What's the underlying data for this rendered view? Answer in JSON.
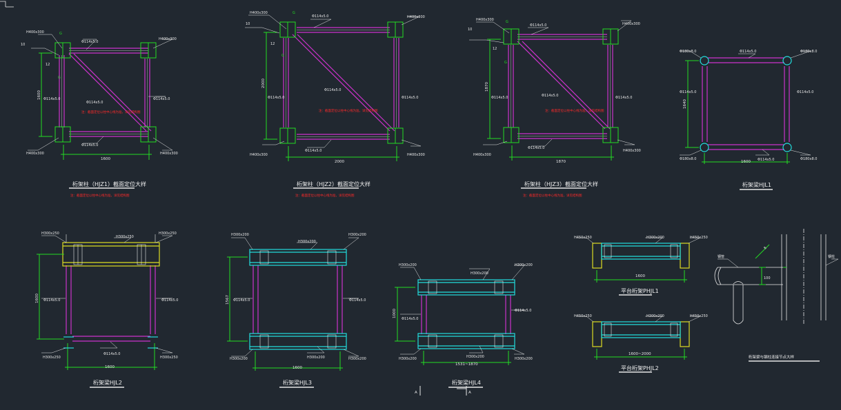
{
  "colors": {
    "background": "#212830",
    "magenta": "#cc33cc",
    "green": "#22dd22",
    "white": "#e8e8e8",
    "red": "#ff2a2a",
    "cyan": "#22dddd",
    "yellow": "#dddd22"
  },
  "icons": {
    "ucs": "ucs-corner-icon"
  },
  "truss1": {
    "dim_h": "1600",
    "dim_v": "1600",
    "pipe_top": "Φ114x5.0",
    "pipe_bottom": "Φ114x5.0",
    "pipe_left": "Φ114x5.0",
    "pipe_right": "Φ114x5.0",
    "pipe_diag": "Φ114x5.0",
    "col_tl": "H400x300",
    "col_tr": "H400x300",
    "col_bl": "H400x300",
    "col_br": "H400x300",
    "angle": "10",
    "thk": "12",
    "mark_a": "G",
    "mark_b": "G",
    "title": "桁架柱（HJZ1）截面定位大样",
    "note": "注：截面定位以柱中心线为准，详见结构图"
  },
  "truss2": {
    "dim_h": "2000",
    "dim_v": "2000",
    "pipe_top": "Φ114x5.0",
    "pipe_bottom": "Φ114x5.0",
    "pipe_left": "Φ114x5.0",
    "pipe_right": "Φ114x5.0",
    "pipe_diag": "Φ114x5.0",
    "col_tl": "H400x300",
    "col_tr": "H400x300",
    "col_bl": "H400x300",
    "col_br": "H400x300",
    "angle": "10",
    "thk": "12",
    "mark_a": "G",
    "mark_b": "G",
    "title": "桁架柱（HJZ2）截面定位大样",
    "note": "注：截面定位以柱中心线为准，详见结构图"
  },
  "truss3": {
    "dim_h": "1870",
    "dim_v": "1870",
    "pipe_top": "Φ114x5.0",
    "pipe_bottom": "Φ114x5.0",
    "pipe_left": "Φ114x5.0",
    "pipe_right": "Φ114x5.0",
    "pipe_diag": "Φ114x5.0",
    "col_tl": "H400x300",
    "col_tr": "H400x300",
    "col_bl": "H400x300",
    "col_br": "H400x300",
    "angle": "10",
    "thk": "12",
    "mark_a": "G",
    "mark_b": "G",
    "title": "桁架柱（HJZ3）截面定位大样",
    "note": "注：截面定位以柱中心线为准，详见结构图"
  },
  "hjl1": {
    "dim_h": "1600",
    "dim_v": "1640",
    "pipe_top": "Φ114x5.0",
    "pipe_bottom": "Φ114x5.0",
    "pipe_left": "Φ114x5.0",
    "pipe_right": "Φ114x5.0",
    "node_tl": "Φ180x8.0",
    "node_tr": "Φ180x8.0",
    "node_bl": "Φ180x8.0",
    "node_br": "Φ180x8.0",
    "title": "桁架梁HJL1"
  },
  "hjl2": {
    "dim_h": "1600",
    "dim_v": "1600",
    "beam_top": "H300x250",
    "beam_bottom": "Φ114x5.0",
    "col_tl": "H300x250",
    "col_tr": "H300x250",
    "col_bl": "H300x250",
    "col_br": "H300x250",
    "pipe_left": "Φ114x5.0",
    "pipe_right": "Φ114x5.0",
    "title": "桁架梁HJL2"
  },
  "hjl3": {
    "dim_h": "1600",
    "dim_v": "1567",
    "beam_top": "H300x200",
    "beam_bottom": "H300x200",
    "col_tl": "H300x200",
    "col_tr": "H300x200",
    "col_bl": "H300x200",
    "col_br": "H300x200",
    "pipe_left": "Φ114x5.0",
    "pipe_right": "Φ114x5.0",
    "title": "桁架梁HJL3"
  },
  "hjl4": {
    "dim_h": "1531~1870",
    "dim_v": "1000",
    "beam_top": "H300x200",
    "beam_bottom": "H300x200",
    "col_tl": "H300x200",
    "col_tr": "H300x200",
    "col_bl": "H300x200",
    "col_br": "H300x200",
    "pipe_left": "Φ114x5.0",
    "pipe_right": "Φ114x5.0",
    "title": "桁架梁HJL4",
    "section_mark": "A"
  },
  "phjl1": {
    "dim": "1600",
    "beam": "H300x200",
    "col_l": "H450x250",
    "col_r": "H450x250",
    "title": "平台桁架PHJL1"
  },
  "phjl2": {
    "dim": "1600~2000",
    "beam": "H300x200",
    "col_l": "H450x250",
    "col_r": "H450x250",
    "title": "平台桁架PHJL2"
  },
  "node": {
    "weld": "8",
    "dim": "100",
    "label_left": "钢管",
    "label_right": "钢柱",
    "title": "桁架梁与钢柱连接节点大样"
  }
}
